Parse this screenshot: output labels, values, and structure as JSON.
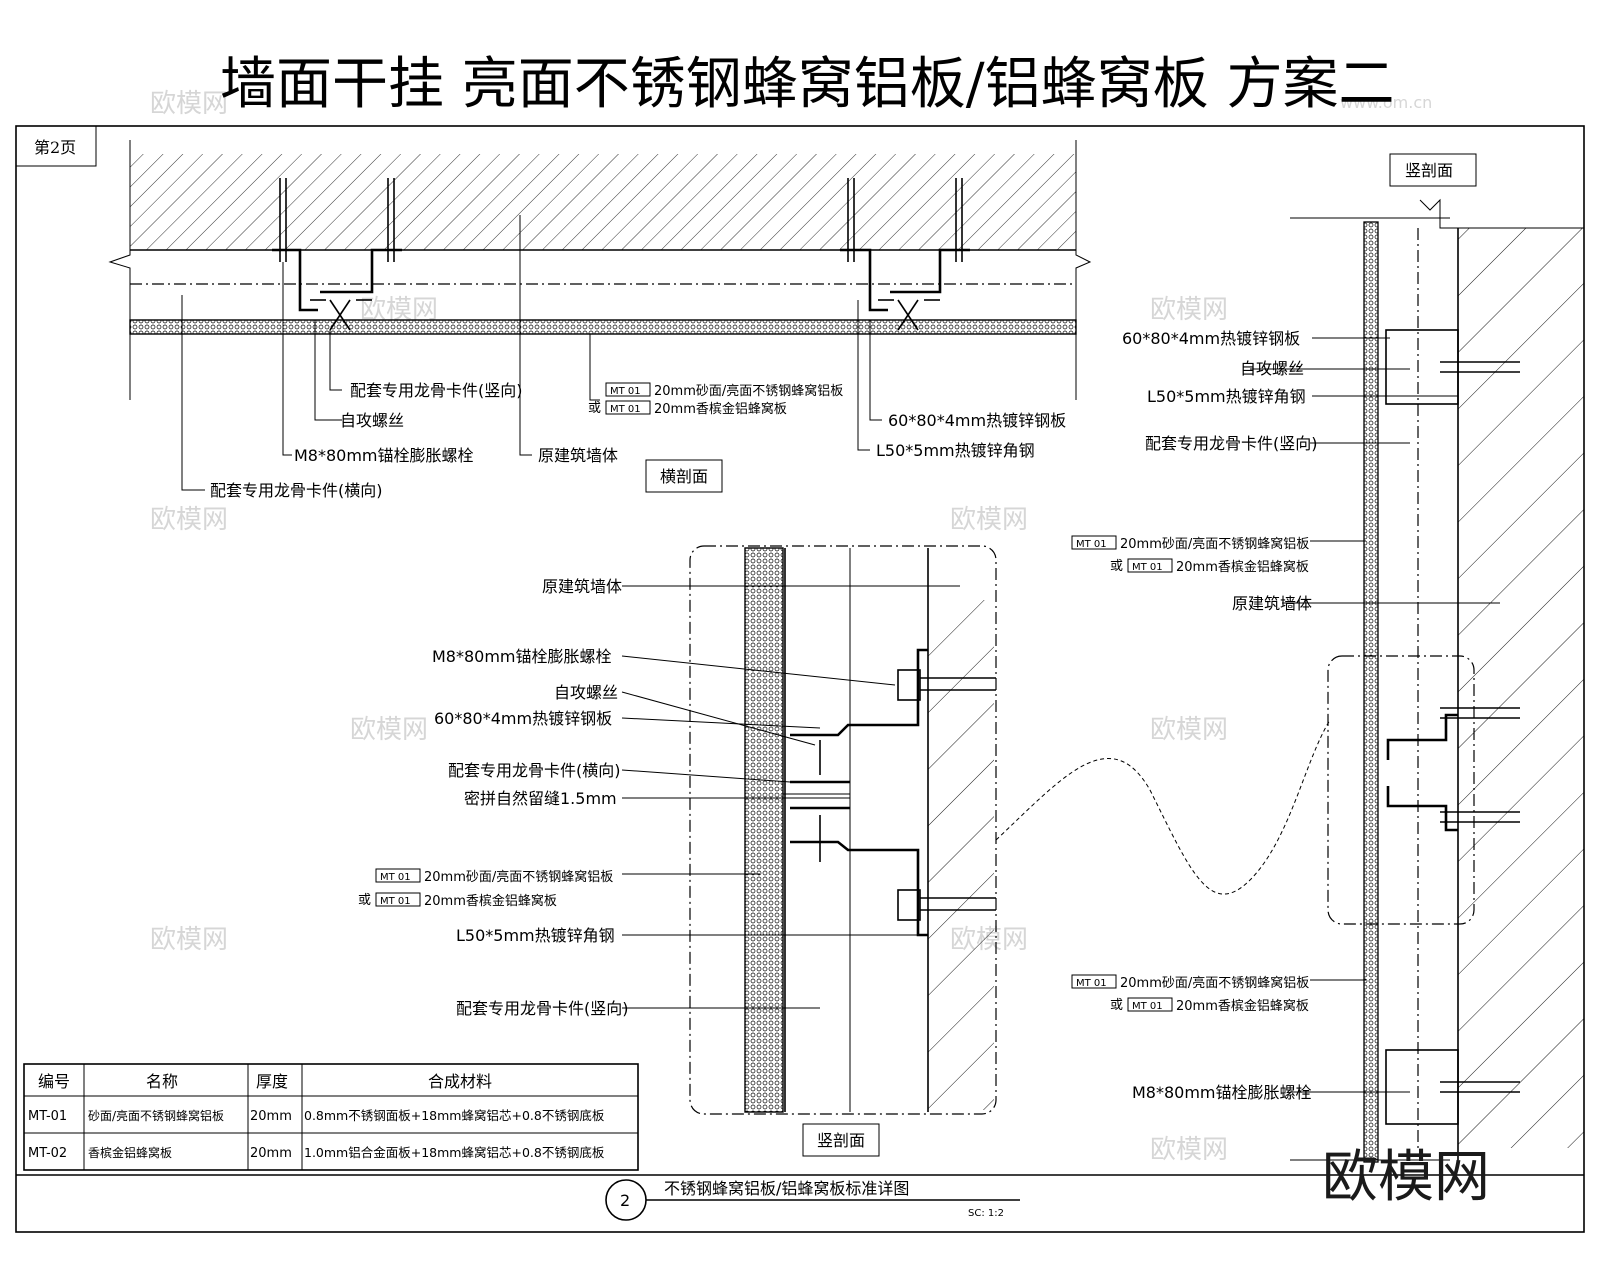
{
  "title": "墙面干挂   亮面不锈钢蜂窝铝板/铝蜂窝板  方案二",
  "page_label": "第2页",
  "views": {
    "horizontal": "横剖面",
    "vertical_main": "竖剖面",
    "vertical_right": "竖剖面"
  },
  "labels": {
    "keel_vertical": "配套专用龙骨卡件(竖向)",
    "keel_horizontal": "配套专用龙骨卡件(横向)",
    "self_tap": "自攻螺丝",
    "anchor": "M8*80mm锚栓膨胀螺栓",
    "wall": "原建筑墙体",
    "steel_plate": "60*80*4mm热镀锌钢板",
    "angle": "L50*5mm热镀锌角钢",
    "gap": "密拼自然留缝1.5mm",
    "mt_tag1": "MT 01",
    "mt_text1": "20mm砂面/亮面不锈钢蜂窝铝板",
    "or": "或",
    "mt_tag2": "MT 01",
    "mt_text2": "20mm香槟金铝蜂窝板"
  },
  "table": {
    "headers": [
      "编号",
      "名称",
      "厚度",
      "合成材料"
    ],
    "rows": [
      [
        "MT-01",
        "砂面/亮面不锈钢蜂窝铝板",
        "20mm",
        "0.8mm不锈钢面板+18mm蜂窝铝芯+0.8不锈钢底板"
      ],
      [
        "MT-02",
        "香槟金铝蜂窝板",
        "20mm",
        "1.0mm铝合金面板+18mm蜂窝铝芯+0.8不锈钢底板"
      ]
    ]
  },
  "footer": {
    "number": "2",
    "caption": "不锈钢蜂窝铝板/铝蜂窝板标准详图",
    "scale": "SC:   1:2"
  },
  "watermarks": {
    "brand": "欧模网",
    "url": "www.om.cn",
    "big": "欧模网"
  }
}
